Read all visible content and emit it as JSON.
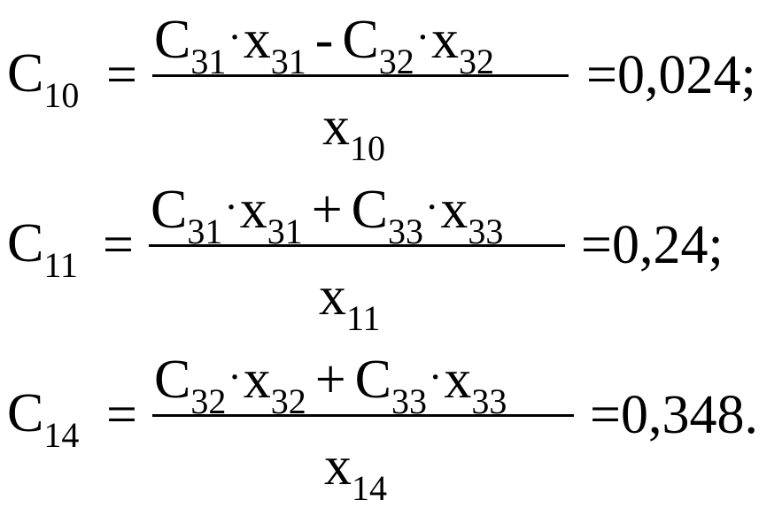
{
  "equations": [
    {
      "lhs": "C",
      "lhs_sub": "10",
      "eq": "=",
      "num_a": "C",
      "num_a_sub": "31",
      "dot_a": "·",
      "num_b": "x",
      "num_b_sub": "31",
      "operator": "-",
      "num_c": "C",
      "num_c_sub": "32",
      "dot_b": "·",
      "num_d": "x",
      "num_d_sub": "32",
      "den": "x",
      "den_sub": "10",
      "eq2": "=",
      "result": "0,024;"
    },
    {
      "lhs": "C",
      "lhs_sub": "11",
      "eq": "=",
      "num_a": "C",
      "num_a_sub": "31",
      "dot_a": "·",
      "num_b": "x",
      "num_b_sub": "31",
      "operator": "+",
      "num_c": "C",
      "num_c_sub": "33",
      "dot_b": "·",
      "num_d": "x",
      "num_d_sub": "33",
      "den": "x",
      "den_sub": "11",
      "eq2": "=",
      "result": "0,24;"
    },
    {
      "lhs": "C",
      "lhs_sub": "14",
      "eq": "=",
      "num_a": "C",
      "num_a_sub": "32",
      "dot_a": "·",
      "num_b": "x",
      "num_b_sub": "32",
      "operator": "+",
      "num_c": "C",
      "num_c_sub": "33",
      "dot_b": "·",
      "num_d": "x",
      "num_d_sub": "33",
      "den": "x",
      "den_sub": "14",
      "eq2": "=",
      "result": "0,348."
    }
  ]
}
